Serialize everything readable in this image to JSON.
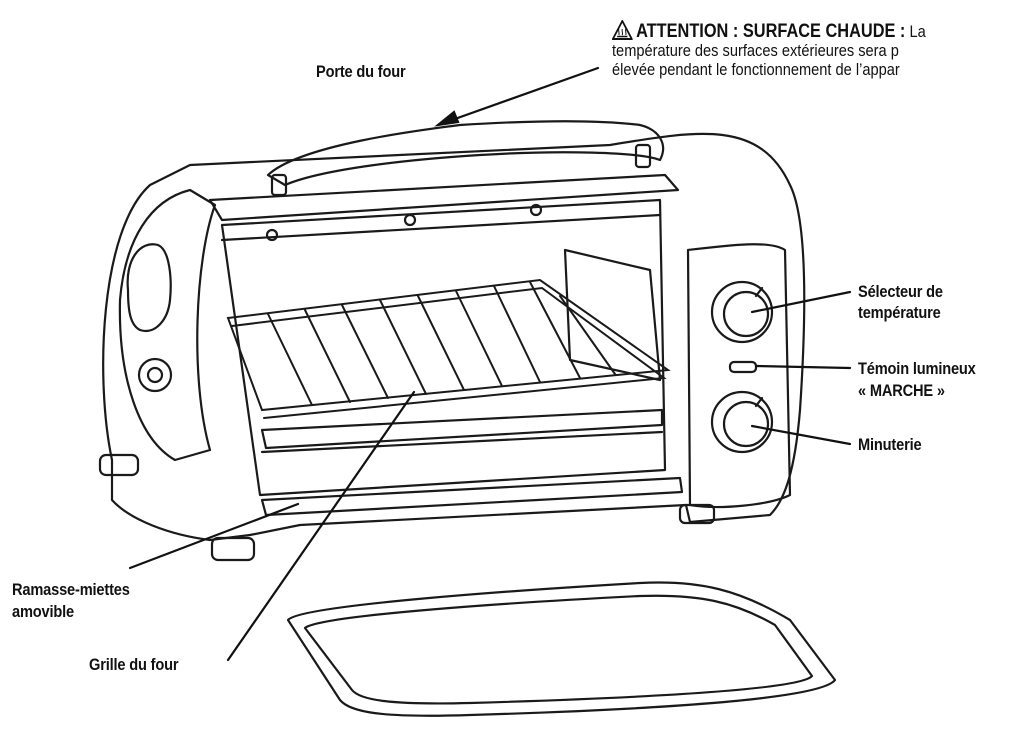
{
  "warning": {
    "title": "ATTENTION : SURFACE CHAUDE :",
    "title_tail": "La",
    "line2": "température des surfaces extérieures sera p",
    "line3": "élevée pendant le fonctionnement de l’appar"
  },
  "labels": {
    "oven_door": "Porte du four",
    "temp_selector_1": "Sélecteur de",
    "temp_selector_2": "température",
    "power_light_1": "Témoin lumineux",
    "power_light_2": "« MARCHE »",
    "timer": "Minuterie",
    "crumb_tray_1": "Ramasse-miettes",
    "crumb_tray_2": "amovible",
    "oven_rack": "Grille du four"
  }
}
